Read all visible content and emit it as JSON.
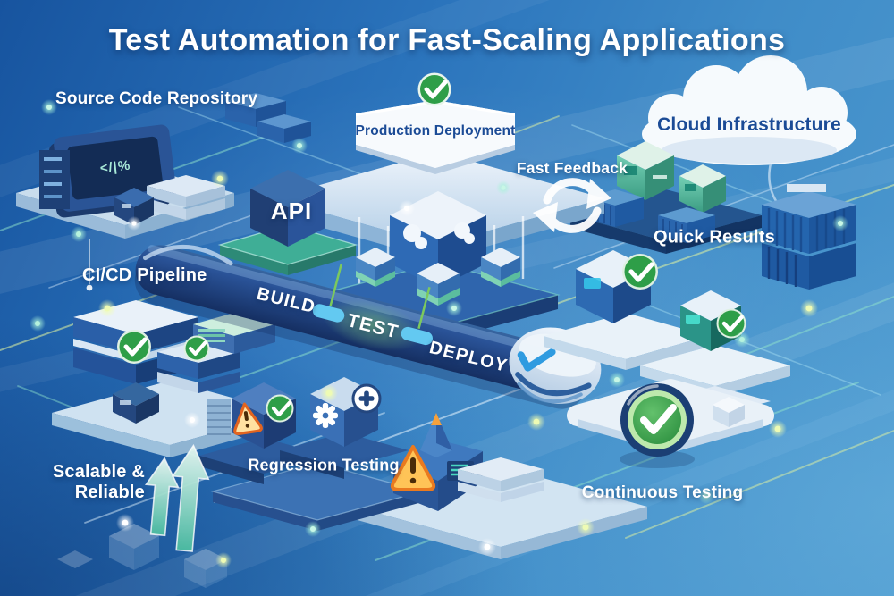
{
  "title": "Test Automation for Fast-Scaling Applications",
  "labels": {
    "source_code_repository": "Source Code Repository",
    "production_deployment": "Production Deployment",
    "cloud_infrastructure": "Cloud Infrastructure",
    "fast_feedback": "Fast Feedback",
    "quick_results": "Quick Results",
    "api": "API",
    "cicd_pipeline": "CI/CD Pipeline",
    "regression_testing": "Regression Testing",
    "scalable_line1": "Scalable &",
    "scalable_line2": "Reliable",
    "continuous_testing": "Continuous Testing"
  },
  "pipeline": {
    "stages": [
      {
        "label": "BUILD"
      },
      {
        "label": "TEST"
      },
      {
        "label": "DEPLOY"
      }
    ]
  },
  "repository": {
    "code_glyph": "</|%"
  },
  "icons": {
    "check": "checkmark-in-green-circle",
    "warning": "orange-warning-triangle",
    "refresh": "circular-refresh-arrows",
    "gear": "white-gear",
    "plus": "plus-in-circle",
    "growth_arrows": "two-up-arrows",
    "cloud": "cloud-shape"
  },
  "colors": {
    "background_top": "#17549f",
    "background_light": "#4f9bd0",
    "navy_cube": "#1d3f7c",
    "mid_blue_cube": "#2e6ab5",
    "teal": "#3fae96",
    "mint_top": "#dff2e8",
    "green_check": "#2e9e48",
    "badge_ring_green": "#bde9ac",
    "warning_orange": "#f0a132",
    "pill_blue": "#63c9f1",
    "platform_light": "#dce9f5",
    "label_navy": "#1b4b96",
    "circuit_teal": "#8fe3cc",
    "circuit_yellow": "#e2f4a0"
  }
}
